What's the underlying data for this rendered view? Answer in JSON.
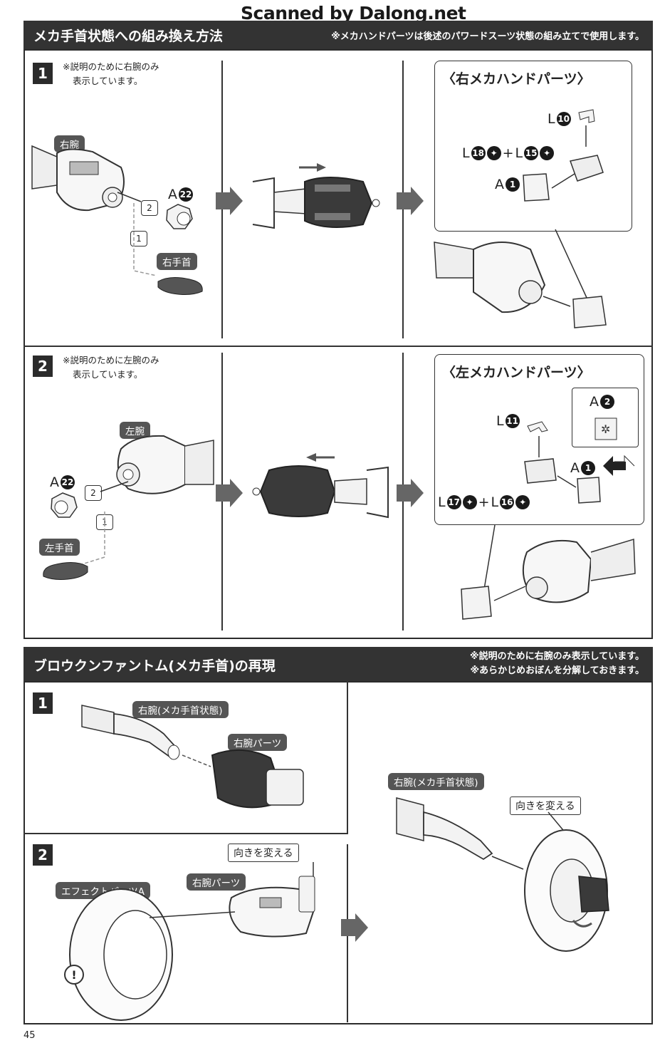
{
  "watermark": "Scanned by Dalong.net",
  "page_number": "45",
  "section1": {
    "title": "メカ手首状態への組み換え方法",
    "note": "※メカハンドパーツは後述のパワードスーツ状態の組み立てで使用します。",
    "step1": {
      "number": "1",
      "note_line1": "※説明のために右腕のみ",
      "note_line2": "表示しています。",
      "label_arm": "右腕",
      "label_wrist": "右手首",
      "order_1": "1",
      "order_2": "2",
      "part_letter": "A",
      "part_num": "22",
      "callout_title": "〈右メカハンドパーツ〉",
      "parts": [
        {
          "text_a": "L",
          "num_a": "10"
        },
        {
          "text_a": "L",
          "num_a": "18",
          "plus": "+",
          "text_b": "L",
          "num_b": "15"
        },
        {
          "text_a": "A",
          "num_a": "1"
        }
      ]
    },
    "step2": {
      "number": "2",
      "note_line1": "※説明のために左腕のみ",
      "note_line2": "表示しています。",
      "label_arm": "左腕",
      "label_wrist": "左手首",
      "order_1": "1",
      "order_2": "2",
      "part_letter": "A",
      "part_num": "22",
      "callout_title": "〈左メカハンドパーツ〉",
      "parts": [
        {
          "text_a": "A",
          "num_a": "2"
        },
        {
          "text_a": "L",
          "num_a": "11"
        },
        {
          "text_a": "A",
          "num_a": "1"
        },
        {
          "text_a": "L",
          "num_a": "17",
          "plus": "+",
          "text_b": "L",
          "num_b": "16"
        }
      ]
    }
  },
  "section2": {
    "title": "ブロウクンファントム(メカ手首)の再現",
    "note_line1": "※説明のために右腕のみ表示しています。",
    "note_line2": "※あらかじめおぼんを分解しておきます。",
    "step1": {
      "number": "1",
      "label_arm": "右腕(メカ手首状態)",
      "label_part": "右腕パーツ"
    },
    "step2": {
      "number": "2",
      "label_turn": "向きを変える",
      "label_part": "右腕パーツ",
      "label_effect": "エフェクトパーツA",
      "caution": "!"
    },
    "result": {
      "label_arm": "右腕(メカ手首状態)",
      "label_turn": "向きを変える"
    }
  }
}
